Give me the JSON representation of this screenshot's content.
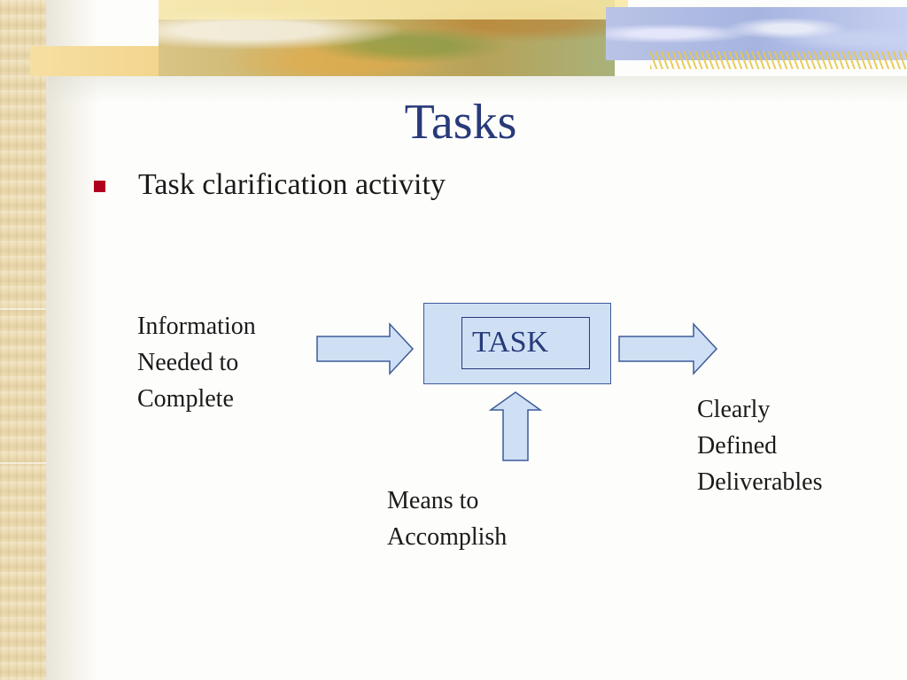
{
  "slide": {
    "title": "Tasks",
    "bullet": "Task clarification activity",
    "colors": {
      "title": "#283a7a",
      "bullet_marker": "#b00020",
      "box_fill": "#cfe0f5",
      "box_stroke": "#3d5b9a",
      "arrow_fill": "#cfe0f5",
      "arrow_stroke": "#3d5b9a"
    }
  },
  "diagram": {
    "input_label": [
      "Information",
      "Needed to",
      "Complete"
    ],
    "task_label": "TASK",
    "means_label": [
      "Means to",
      "Accomplish"
    ],
    "output_label": [
      "Clearly",
      "Defined",
      "Deliverables"
    ]
  }
}
